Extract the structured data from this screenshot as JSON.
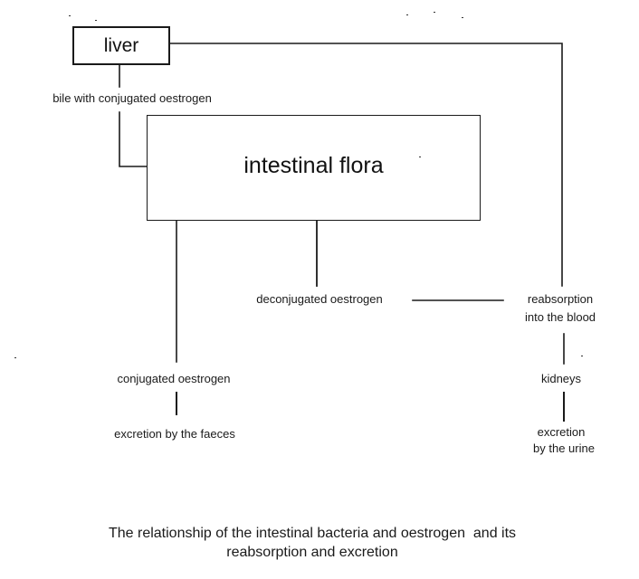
{
  "diagram": {
    "nodes": {
      "liver": "liver",
      "intestinal_flora": "intestinal flora",
      "bile": "bile with conjugated oestrogen",
      "deconjugated": "deconjugated oestrogen",
      "conjugated": "conjugated oestrogen",
      "faeces": "excretion by the faeces",
      "reabsorption_line1": "reabsorption",
      "reabsorption_line2": "into the blood",
      "kidneys": "kidneys",
      "urine_line1": "excretion",
      "urine_line2": "by the urine"
    },
    "edges": [
      {
        "from": "liver",
        "to": "bile"
      },
      {
        "from": "bile",
        "to": "intestinal_flora"
      },
      {
        "from": "intestinal_flora",
        "to": "conjugated"
      },
      {
        "from": "conjugated",
        "to": "faeces"
      },
      {
        "from": "intestinal_flora",
        "to": "deconjugated"
      },
      {
        "from": "deconjugated",
        "to": "reabsorption"
      },
      {
        "from": "liver",
        "to": "reabsorption"
      },
      {
        "from": "reabsorption",
        "to": "kidneys"
      },
      {
        "from": "kidneys",
        "to": "urine"
      }
    ],
    "line_color": "#1a1a1a",
    "caption_line1": "The relationship of the intestinal bacteria and oestrogen  and its",
    "caption_line2": "reabsorption and excretion"
  }
}
